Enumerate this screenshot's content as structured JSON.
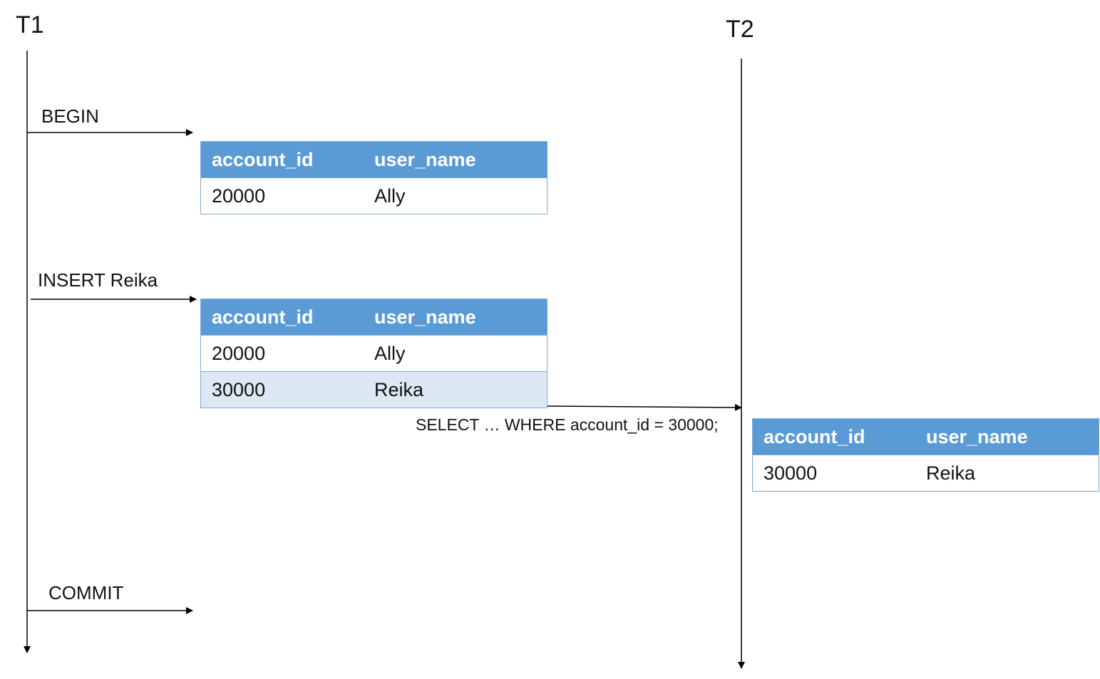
{
  "t1_label": "T1",
  "t2_label": "T2",
  "ops": {
    "begin": "BEGIN",
    "insert": "INSERT Reika",
    "commit": "COMMIT"
  },
  "query": "SELECT … WHERE account_id = 30000;",
  "tables": {
    "after_begin": {
      "headers": [
        "account_id",
        "user_name"
      ],
      "rows": [
        [
          "20000",
          "Ally"
        ]
      ]
    },
    "after_insert": {
      "headers": [
        "account_id",
        "user_name"
      ],
      "rows": [
        [
          "20000",
          "Ally"
        ],
        [
          "30000",
          "Reika"
        ]
      ]
    },
    "t2_result": {
      "headers": [
        "account_id",
        "user_name"
      ],
      "rows": [
        [
          "30000",
          "Reika"
        ]
      ]
    }
  },
  "colors": {
    "header_bg": "#5b9bd5",
    "highlight_row": "#dde8f4",
    "border": "#7fa8d6"
  }
}
